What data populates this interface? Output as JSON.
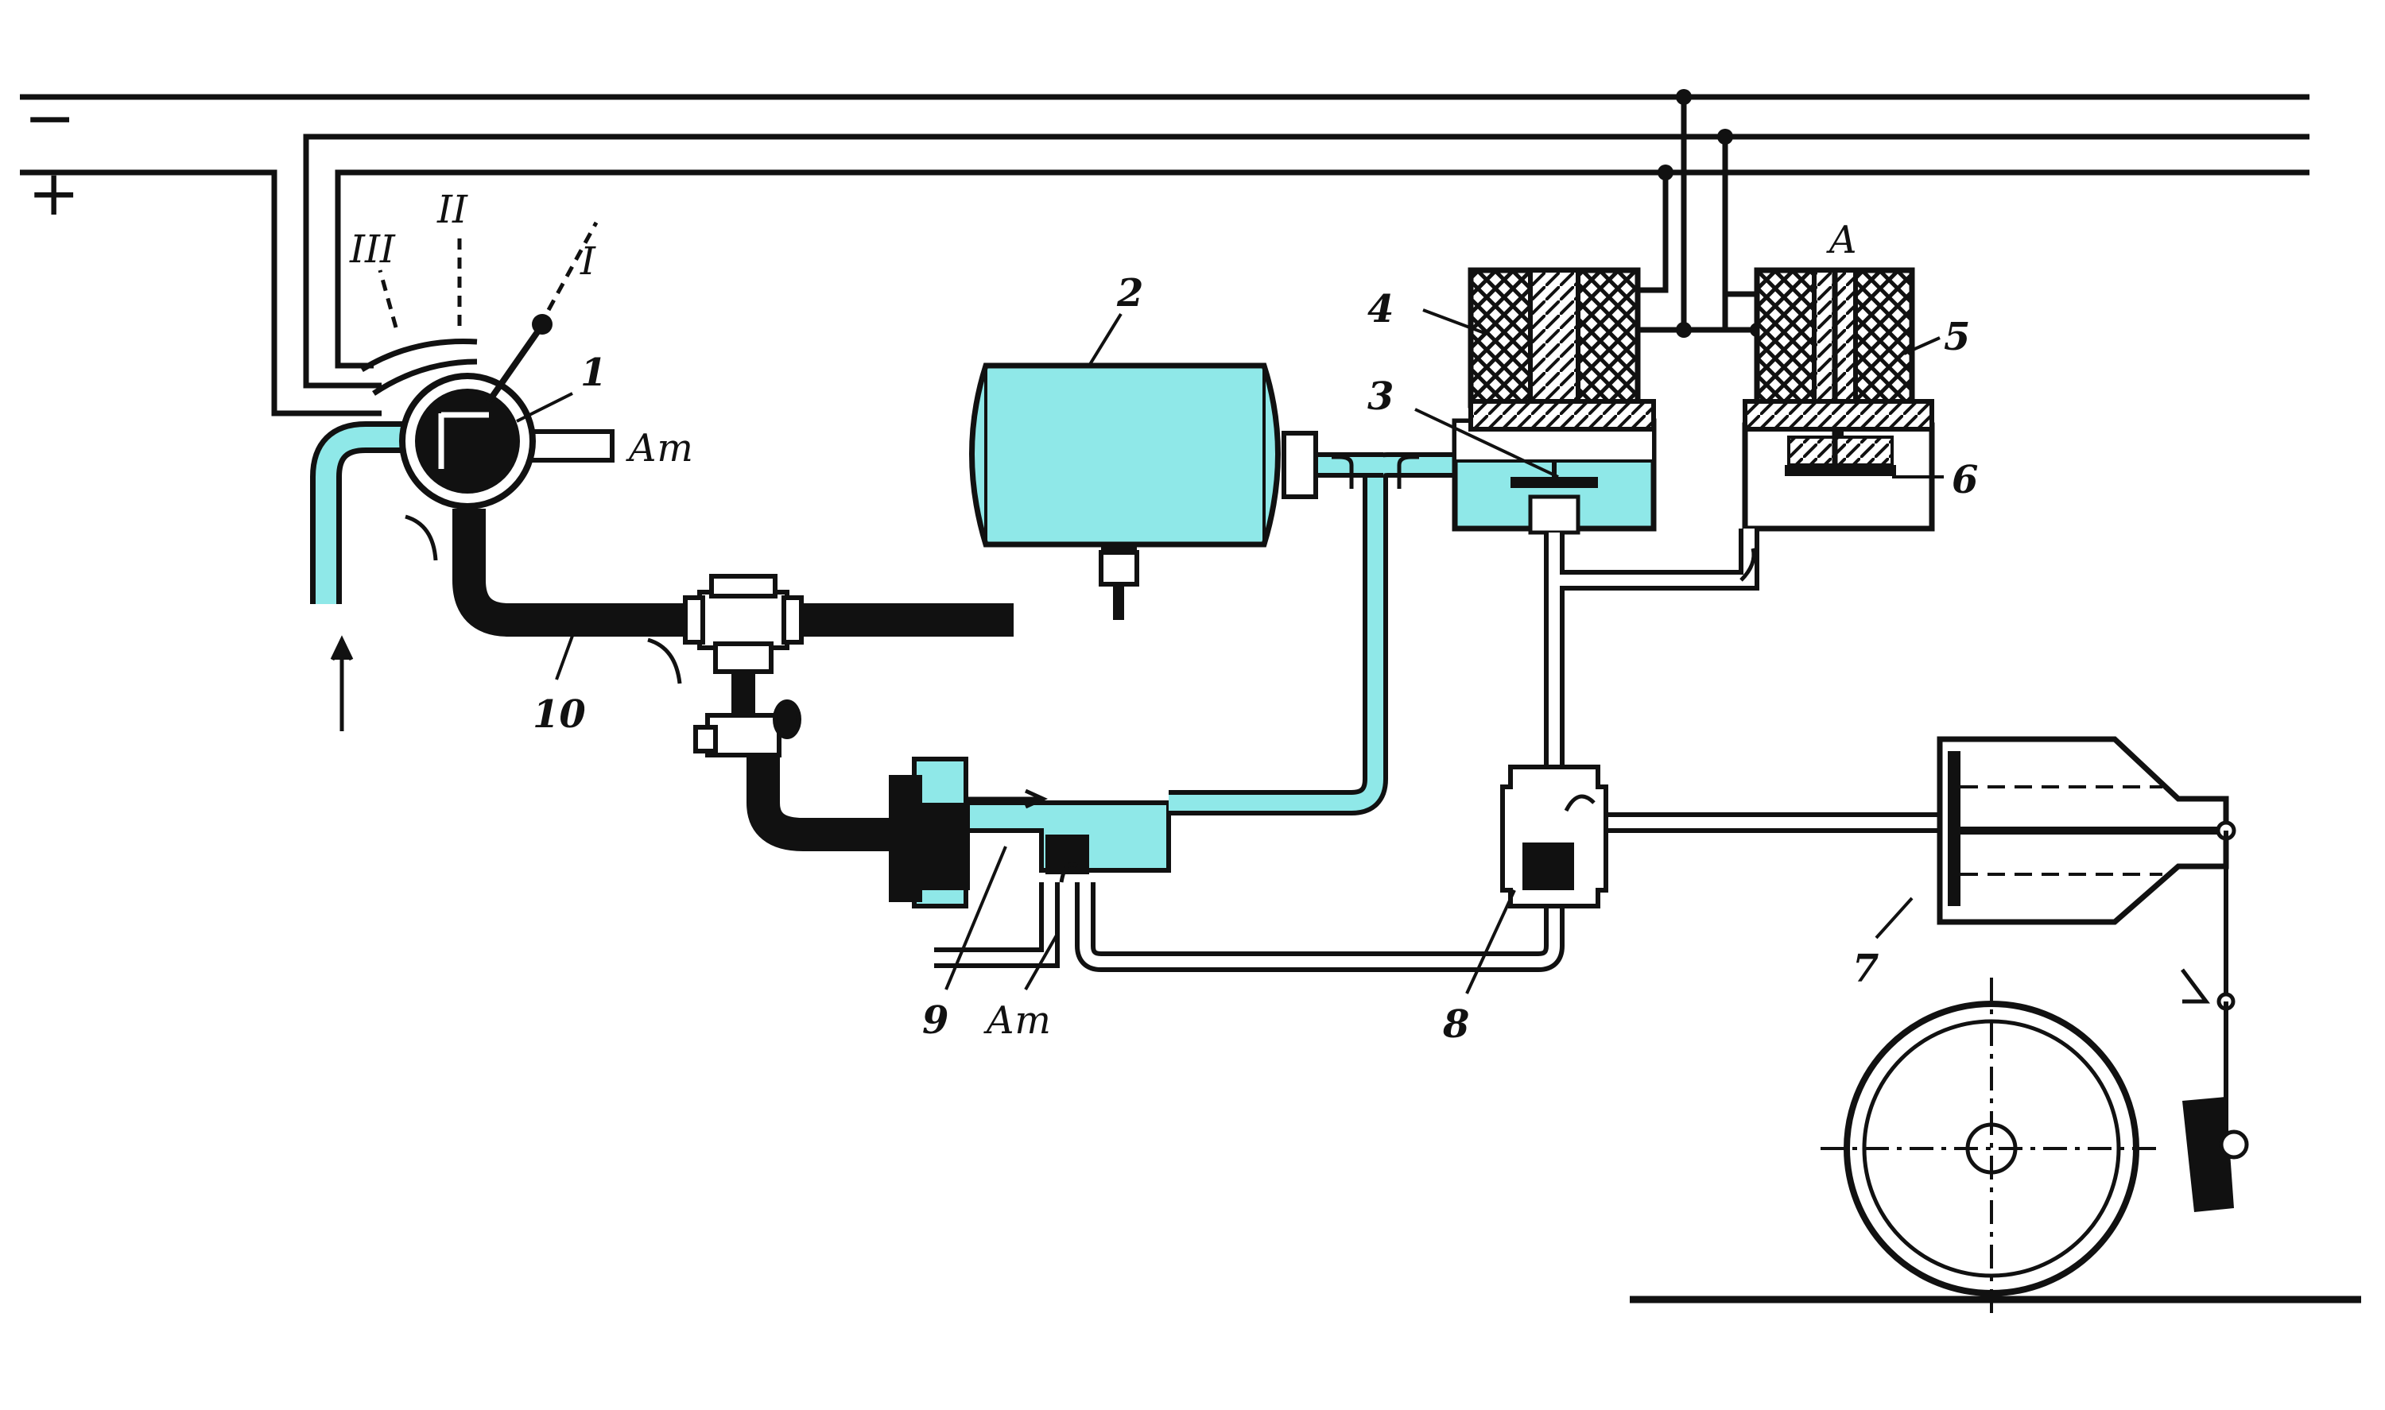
{
  "colors": {
    "air": "#8fe8e8",
    "hose": "#111111",
    "line": "#111111",
    "paper": "#ffffff"
  },
  "polarity": {
    "minus": "−",
    "plus": "+"
  },
  "positions": {
    "p1": "I",
    "p2": "II",
    "p3": "III"
  },
  "labels": {
    "n1": "1",
    "n2": "2",
    "n3": "3",
    "n4": "4",
    "n5": "5",
    "n6": "6",
    "n7": "7",
    "n8": "8",
    "n9": "9",
    "n10": "10",
    "atm1": "Ат",
    "atm2": "Ат",
    "a": "А"
  }
}
